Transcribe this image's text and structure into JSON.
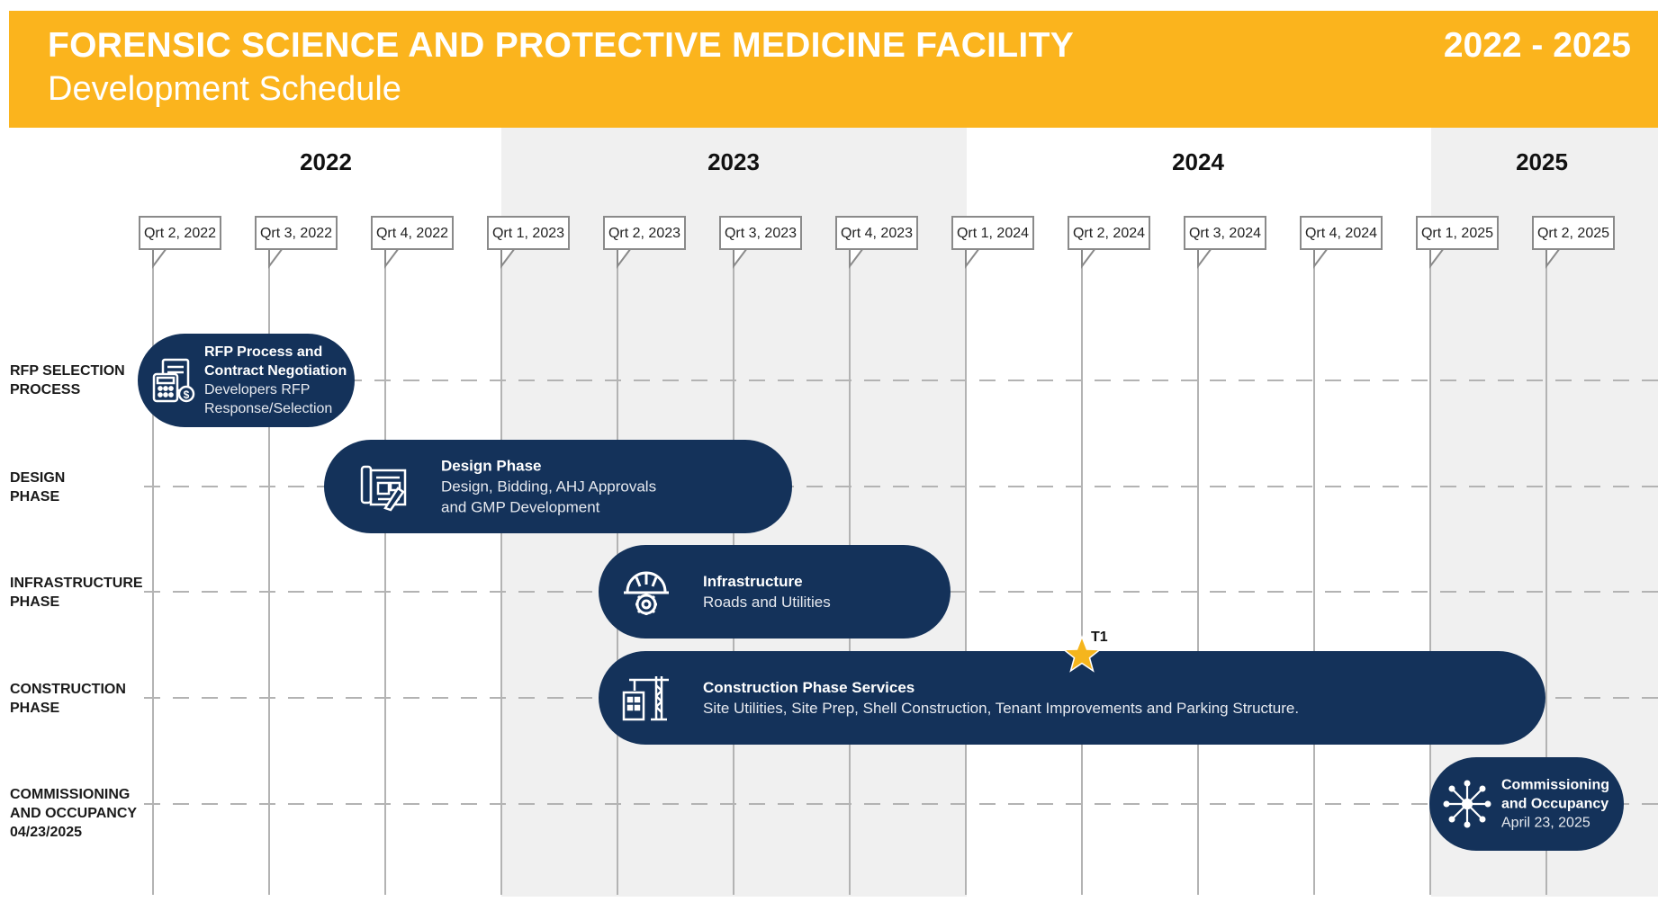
{
  "header": {
    "title": "FORENSIC SCIENCE AND PROTECTIVE MEDICINE FACILITY",
    "subtitle": "Development Schedule",
    "years": "2022 - 2025",
    "color": "#fbb41d"
  },
  "timeline": {
    "years": [
      "2022",
      "2023",
      "2024",
      "2025"
    ],
    "quarters": [
      "Qrt 2, 2022",
      "Qrt 3, 2022",
      "Qrt 4, 2022",
      "Qrt 1, 2023",
      "Qrt 2, 2023",
      "Qrt 3, 2023",
      "Qrt 4, 2023",
      "Qrt 1, 2024",
      "Qrt 2, 2024",
      "Qrt 3, 2024",
      "Qrt 4, 2024",
      "Qrt 1, 2025",
      "Qrt 2, 2025"
    ]
  },
  "rows": [
    {
      "label": "RFP SELECTION\nPROCESS",
      "title": "RFP Process and\nContract Negotiation",
      "description": "Developers RFP\nResponse/Selection",
      "icon": "calculator-document-icon"
    },
    {
      "label": "DESIGN\nPHASE",
      "title": "Design Phase",
      "description": "Design, Bidding, AHJ Approvals\nand GMP Development",
      "icon": "blueprint-drafting-icon"
    },
    {
      "label": "INFRASTRUCTURE\nPHASE",
      "title": "Infrastructure",
      "description": "Roads and Utilities",
      "icon": "hardhat-gear-icon"
    },
    {
      "label": "CONSTRUCTION\nPHASE",
      "title": "Construction Phase Services",
      "description": "Site Utilities, Site Prep, Shell Construction, Tenant Improvements and Parking Structure.",
      "icon": "crane-building-icon"
    },
    {
      "label": "COMMISSIONING\nAND OCCUPANCY\n04/23/2025",
      "title": "Commissioning\nand Occupancy",
      "description": "April 23, 2025",
      "icon": "network-arrows-icon"
    }
  ],
  "milestone": {
    "label": "T1",
    "icon": "star-icon",
    "color": "#f5b51d"
  },
  "colors": {
    "pill": "#14325a",
    "shade": "#f0f0f0",
    "grid": "#b3b3b3"
  }
}
